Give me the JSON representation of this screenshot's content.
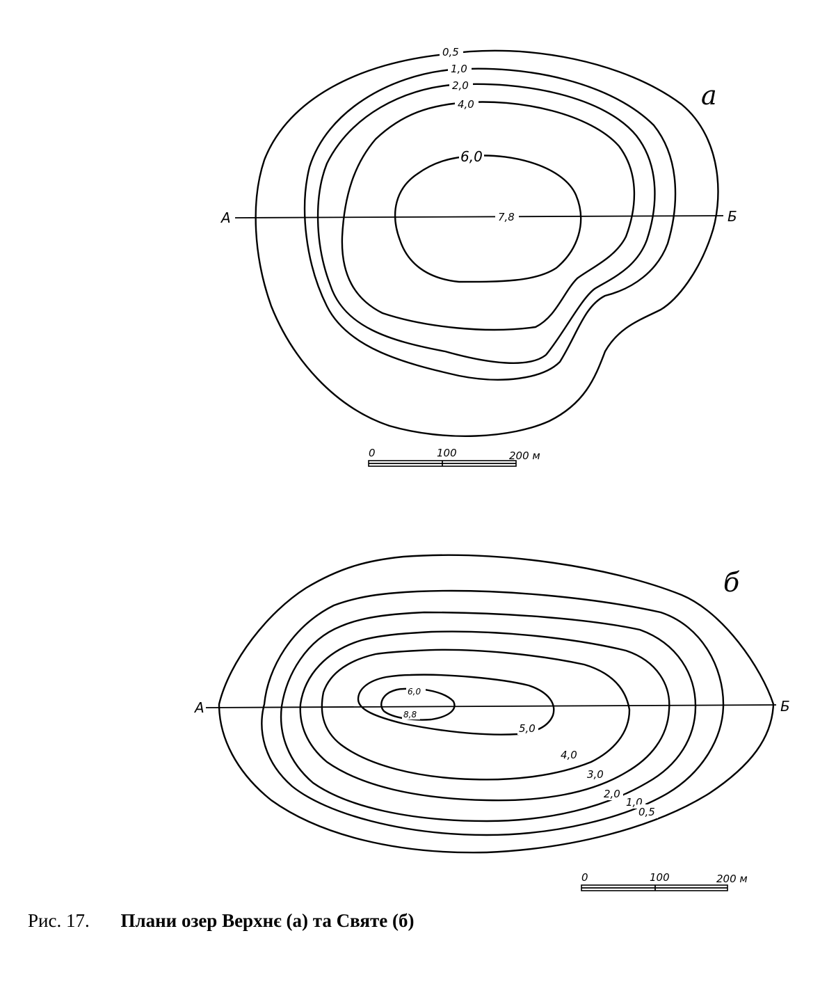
{
  "panel_a": {
    "letter": "a",
    "depth_labels": [
      "0,5",
      "1,0",
      "2,0",
      "4,0",
      "6,0",
      "7,8"
    ],
    "section_start": "A",
    "section_end": "Б",
    "scale": {
      "zero": "0",
      "mid": "100",
      "end": "200 м"
    }
  },
  "panel_b": {
    "letter": "б",
    "depth_labels": [
      "6,0",
      "8,8",
      "5,0",
      "4,0",
      "3,0",
      "2,0",
      "1,0",
      "0,5"
    ],
    "section_start": "A",
    "section_end": "Б",
    "scale": {
      "zero": "0",
      "mid": "100",
      "end": "200 м"
    }
  },
  "caption": {
    "number": "Рис. 17.",
    "title": "Плани озер Верхнє (а) та Святе (б)"
  }
}
